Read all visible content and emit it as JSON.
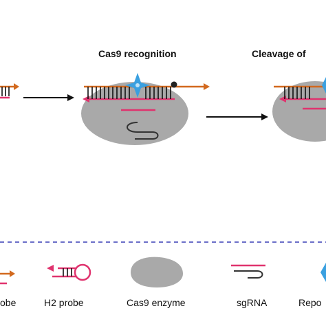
{
  "steps": {
    "recognition": "Cas9 recognition",
    "cleavage": "Cleavage of"
  },
  "legend": {
    "probe_partial": "obe",
    "h2_probe": "H2 probe",
    "cas9_enzyme": "Cas9 enzyme",
    "sgrna": "sgRNA",
    "reporter_partial": "Repo"
  },
  "colors": {
    "orange_strand": "#d2691e",
    "pink_strand": "#e0336e",
    "enzyme_gray": "#a9a9a9",
    "star_blue": "#3aa0e0",
    "divider_blue": "#6a6ec8",
    "arrow": "#111111"
  }
}
